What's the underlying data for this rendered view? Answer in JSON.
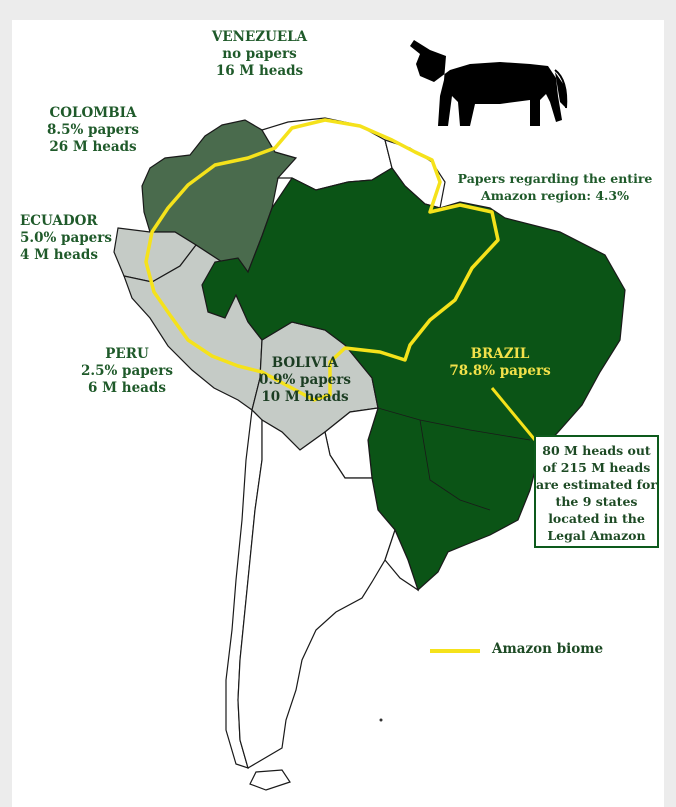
{
  "labels": {
    "venezuela": [
      "VENEZUELA",
      "no papers",
      "16 M heads"
    ],
    "colombia": [
      "COLOMBIA",
      "8.5% papers",
      "26 M heads"
    ],
    "ecuador": [
      "ECUADOR",
      "5.0% papers",
      "4 M heads"
    ],
    "peru": [
      "PERU",
      "2.5% papers",
      "6 M heads"
    ],
    "bolivia": [
      "BOLIVIA",
      "0.9% papers",
      "10 M heads"
    ],
    "brazil": [
      "BRAZIL",
      "78.8% papers"
    ],
    "entire_region": [
      "Papers regarding the entire",
      "Amazon region: 4.3%"
    ]
  },
  "note": [
    "80 M heads out",
    "of 215 M heads",
    "are estimated for",
    "the 9 states",
    "located in the",
    "Legal Amazon"
  ],
  "legend": {
    "label": "Amazon biome"
  },
  "colors": {
    "brazil": "#0b5416",
    "colombia": "#4a6b4d",
    "andean": "#c5cbc6",
    "biome": "#f5e21b",
    "border": "#1a1a1a"
  },
  "icon": "cow-silhouette-icon"
}
